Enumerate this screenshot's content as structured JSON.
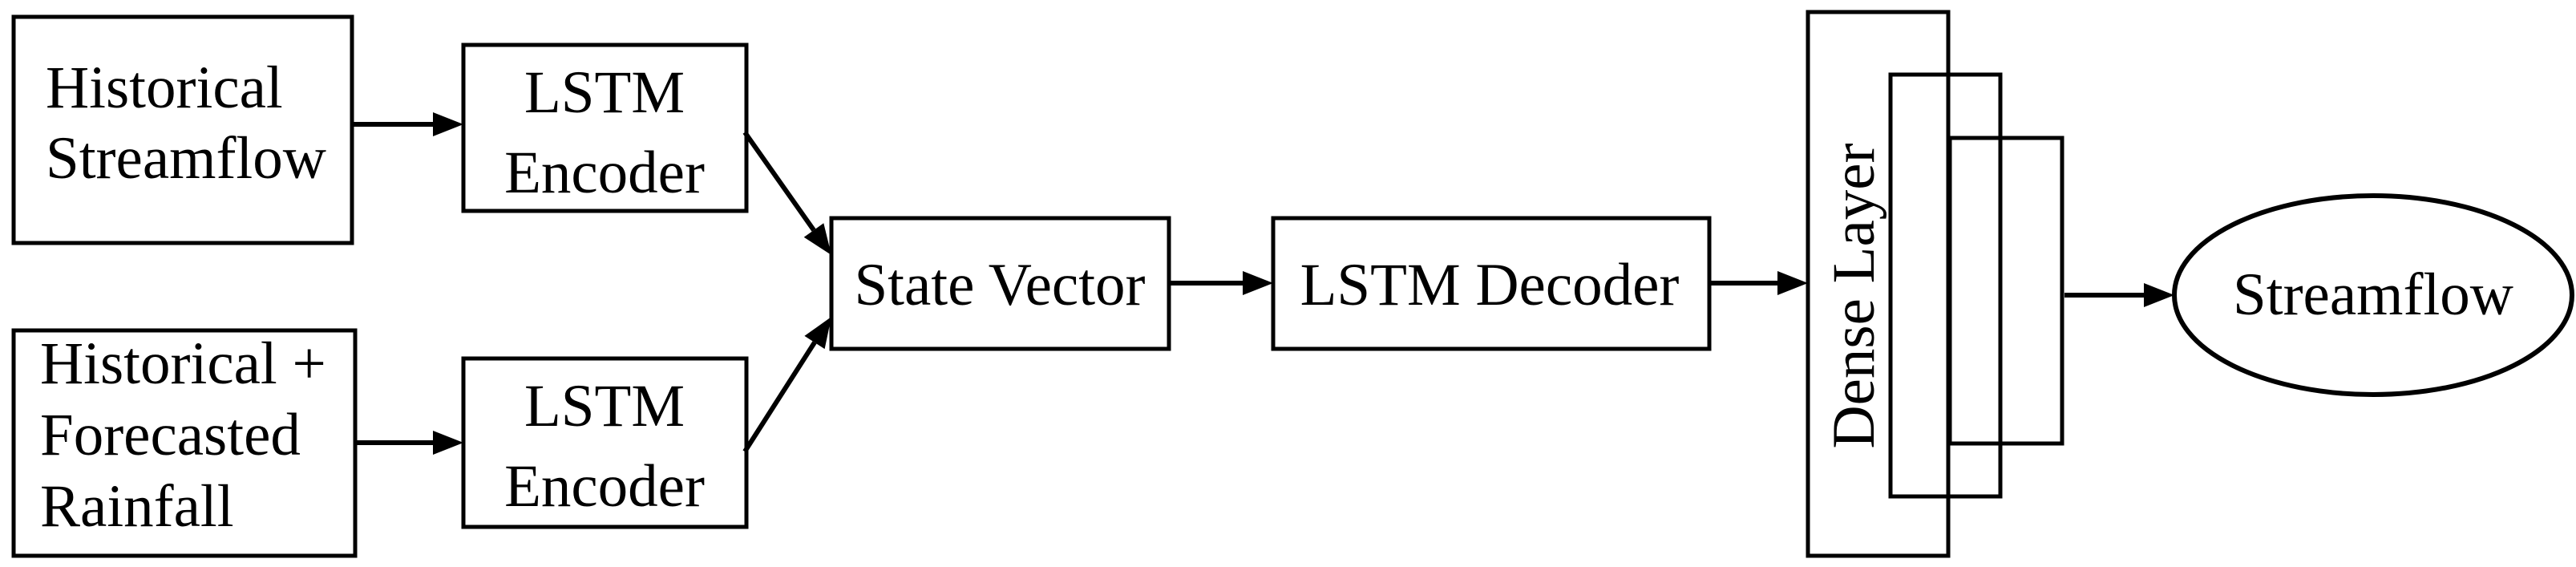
{
  "figure": {
    "description": "Encoder-decoder LSTM model architecture flow diagram",
    "colors": {
      "background": "#ffffff",
      "stroke": "#000000",
      "text": "#000000"
    },
    "nodes": {
      "historical_streamflow_input": {
        "shape": "rectangle",
        "lines": [
          "Historical",
          "Streamflow"
        ]
      },
      "historical_forecasted_rainfall_input": {
        "shape": "rectangle",
        "lines": [
          "Historical +",
          "Forecasted",
          "Rainfall"
        ]
      },
      "lstm_encoder_top": {
        "shape": "rectangle",
        "lines": [
          "LSTM",
          "Encoder"
        ]
      },
      "lstm_encoder_bottom": {
        "shape": "rectangle",
        "lines": [
          "LSTM",
          "Encoder"
        ]
      },
      "state_vector": {
        "shape": "rectangle",
        "label": "State Vector"
      },
      "lstm_decoder": {
        "shape": "rectangle",
        "label": "LSTM Decoder"
      },
      "dense_layer": {
        "shape": "stacked-rectangles",
        "stack_count": 3,
        "label": "Dense Layer",
        "label_orientation": "rotated-90-ccw"
      },
      "streamflow_output": {
        "shape": "ellipse",
        "label": "Streamflow"
      }
    },
    "edges": [
      {
        "from": "historical_streamflow_input",
        "to": "lstm_encoder_top",
        "style": "arrow"
      },
      {
        "from": "historical_forecasted_rainfall_input",
        "to": "lstm_encoder_bottom",
        "style": "arrow"
      },
      {
        "from": "lstm_encoder_top",
        "to": "state_vector",
        "style": "arrow"
      },
      {
        "from": "lstm_encoder_bottom",
        "to": "state_vector",
        "style": "arrow"
      },
      {
        "from": "state_vector",
        "to": "lstm_decoder",
        "style": "arrow"
      },
      {
        "from": "lstm_decoder",
        "to": "dense_layer",
        "style": "arrow"
      },
      {
        "from": "dense_layer",
        "to": "streamflow_output",
        "style": "arrow"
      }
    ]
  }
}
